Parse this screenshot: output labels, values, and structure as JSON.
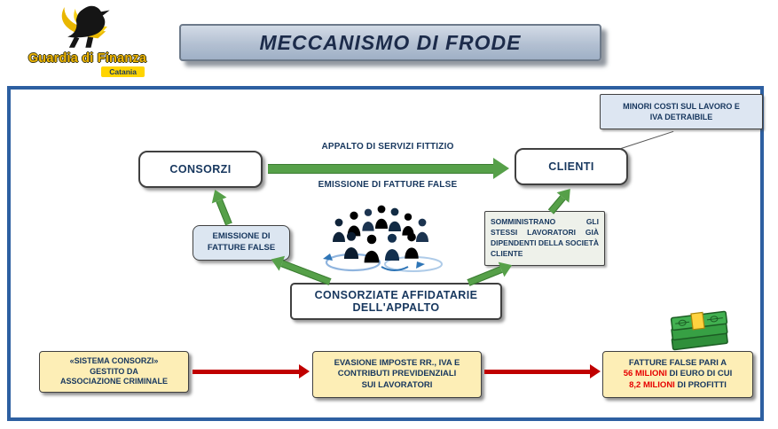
{
  "logo": {
    "name": "Guardia di Finanza",
    "badge": "Catania"
  },
  "title": "MECCANISMO DI FRODE",
  "nodes": {
    "consorzi": "CONSORZI",
    "clienti": "CLIENTI",
    "minori_line1": "MINORI COSTI SUL LAVORO E",
    "minori_line2": "IVA DETRAIBILE",
    "emissione_line1": "EMISSIONE DI",
    "emissione_line2": "FATTURE FALSE",
    "somministrano": "SOMMINISTRANO GLI STESSI LAVORATORI GIÀ DIPENDENTI DELLA SOCIETÀ CLIENTE",
    "consorziate_line1": "CONSORZIATE AFFIDATARIE",
    "consorziate_line2": "DELL'APPALTO"
  },
  "flow_labels": {
    "appalto": "APPALTO DI SERVIZI FITTIZIO",
    "emissione": "EMISSIONE DI FATTURE FALSE"
  },
  "bottom": {
    "sistema_line1": "«SISTEMA  CONSORZI»",
    "sistema_line2": "GESTITO DA",
    "sistema_line3": "ASSOCIAZIONE CRIMINALE",
    "evasione_line1": "EVASIONE IMPOSTE RR., IVA E",
    "evasione_line2": "CONTRIBUTI PREVIDENZIALI",
    "evasione_line3": "SUI LAVORATORI",
    "fatture_line1": "FATTURE FALSE PARI A",
    "fatture_amount1": "56 MILIONI",
    "fatture_line2_rest": " DI EURO DI CUI",
    "fatture_amount2": "8,2 MILIONI",
    "fatture_line3_rest": " DI PROFITTI"
  },
  "colors": {
    "frame_blue": "#2d5fa1",
    "arrow_green": "#56a049",
    "arrow_red": "#c00000",
    "note_yellow": "#fdeeb6",
    "node_light_blue": "#dce6f1",
    "text_navy": "#17375e",
    "highlight_red": "#e60000"
  }
}
